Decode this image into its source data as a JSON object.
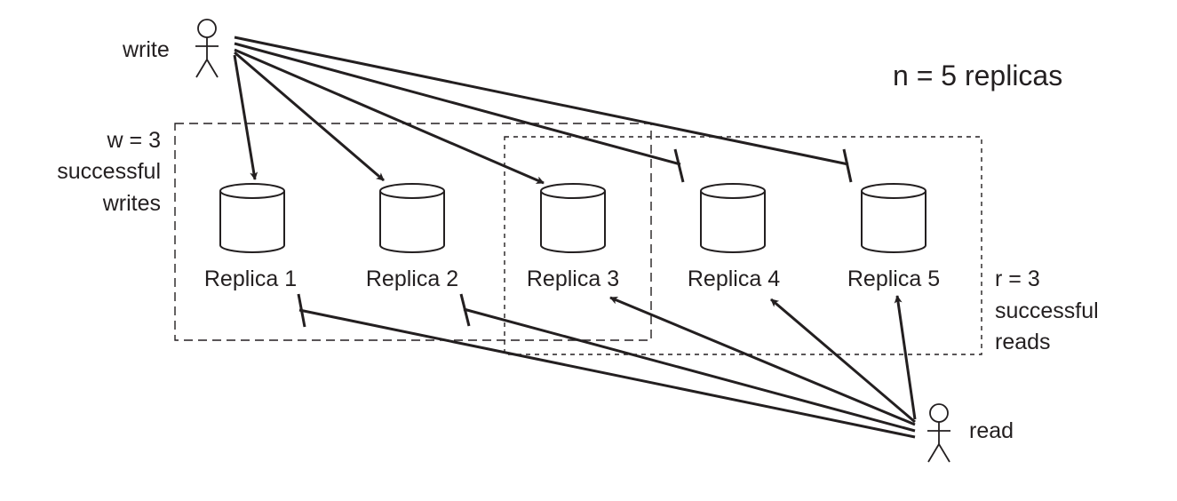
{
  "title": "n = 5 replicas",
  "actors": {
    "writer": "write",
    "reader": "read"
  },
  "replicas": [
    "Replica 1",
    "Replica 2",
    "Replica 3",
    "Replica 4",
    "Replica 5"
  ],
  "write_quorum": {
    "line1": "w = 3",
    "line2": "successful",
    "line3": "writes"
  },
  "read_quorum": {
    "line1": "r = 3",
    "line2": "successful",
    "line3": "reads"
  },
  "write_outcomes": [
    "success",
    "success",
    "success",
    "failed",
    "failed"
  ],
  "read_outcomes": [
    "failed",
    "failed",
    "success",
    "success",
    "success"
  ],
  "colors": {
    "ink": "#231f20",
    "background": "#ffffff"
  }
}
